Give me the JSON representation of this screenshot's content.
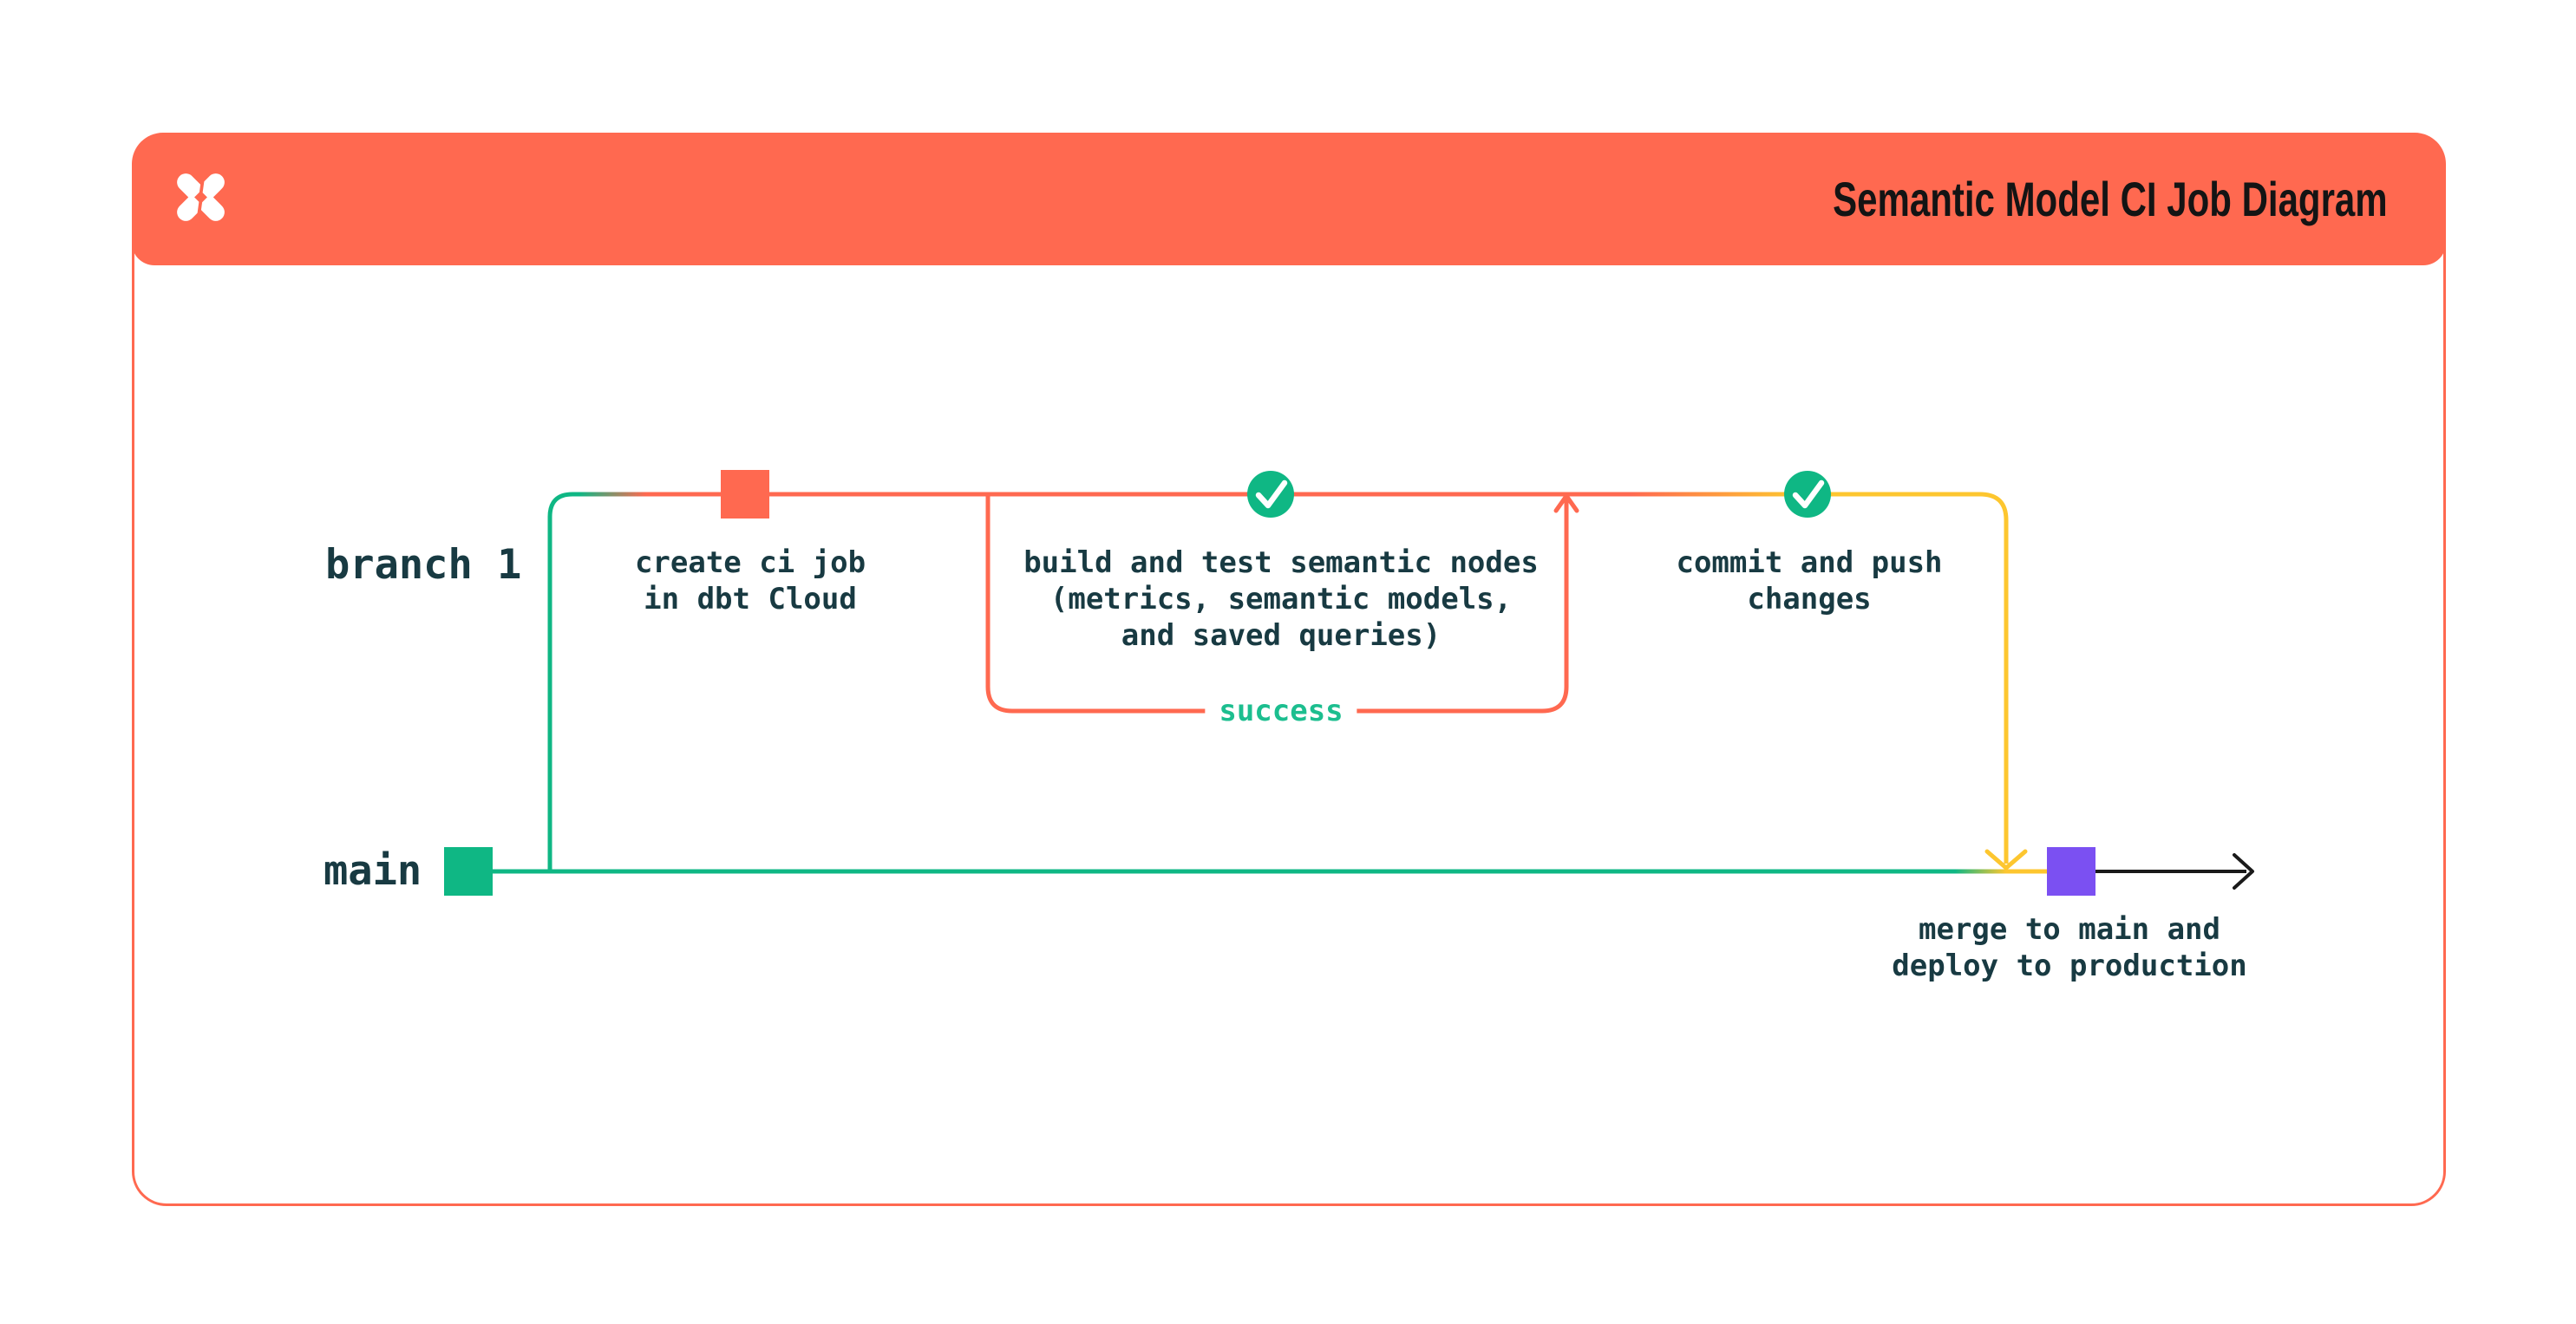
{
  "header": {
    "title": "Semantic Model CI Job Diagram",
    "logo": "dbt-logo"
  },
  "labels": {
    "branch1": "branch 1",
    "main": "main",
    "success": "success"
  },
  "nodes": {
    "create_ci": "create ci job\nin dbt Cloud",
    "build_test": "build and test semantic nodes\n(metrics, semantic models,\nand saved queries)",
    "commit_push": "commit and push\nchanges",
    "merge_deploy": "merge to main and\ndeploy to production"
  },
  "icons": {
    "logo": "dbt-logo-icon",
    "check": "check-icon"
  },
  "colors": {
    "orange": "#FF6950",
    "green": "#0FB784",
    "success-green": "#1CBE8F",
    "yellow": "#FDC62F",
    "purple": "#7B50F2",
    "ink": "#183A42",
    "title-ink": "#141414",
    "arrow-black": "#1A1A1A",
    "card-bg": "#FFFFFF",
    "page-bg": "#FFFFFF"
  }
}
